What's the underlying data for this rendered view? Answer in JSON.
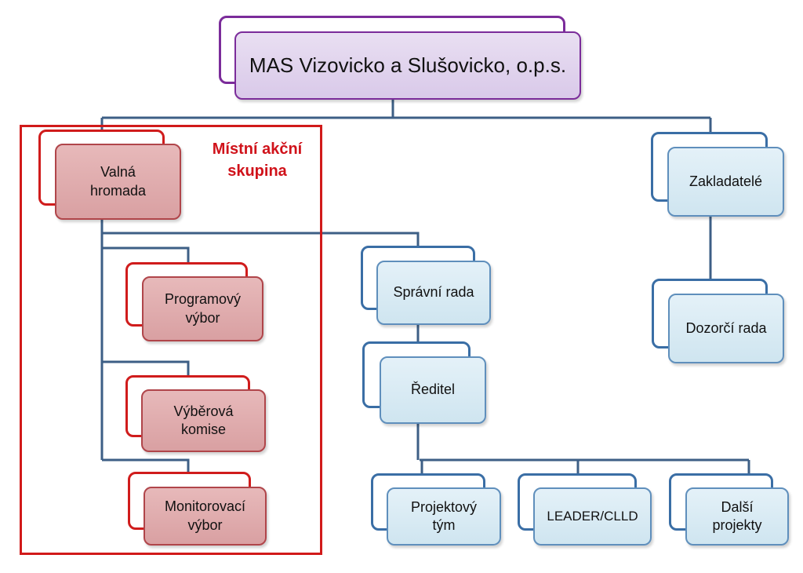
{
  "title": "MAS Vizovicko a Slušovicko, o.p.s.",
  "group_label": "Místní akční skupina",
  "nodes": {
    "valna": "Valná hromada",
    "programovy": "Programový výbor",
    "vyberova": "Výběrová komise",
    "monitorovaci": "Monitorovací výbor",
    "spravni": "Správní rada",
    "reditel": "Ředitel",
    "projektovy": "Projektový tým",
    "leader": "LEADER/CLLD",
    "dalsi": "Další projekty",
    "zakladatele": "Zakladatelé",
    "dozorci": "Dozorčí rada"
  },
  "colors": {
    "purple": "#7b2c9a",
    "red": "#d01c1c",
    "blue": "#3a6ea5",
    "connector": "#3d5f86"
  }
}
